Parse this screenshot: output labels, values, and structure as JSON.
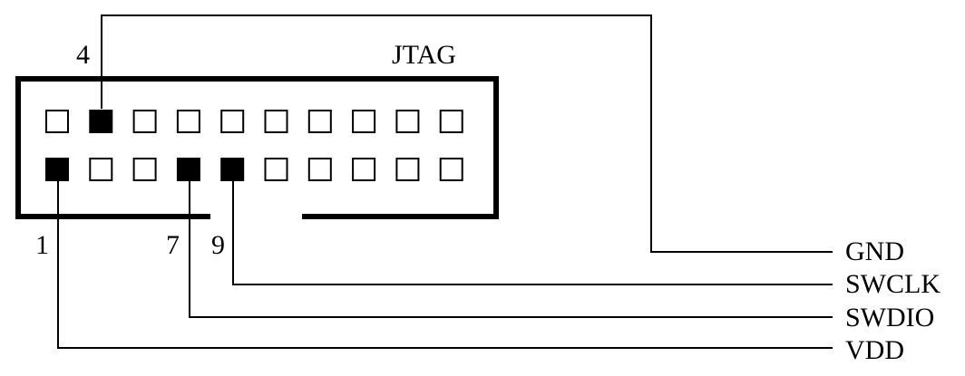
{
  "header": {
    "title": "JTAG"
  },
  "pins": {
    "pin4": "4",
    "pin1": "1",
    "pin7": "7",
    "pin9": "9"
  },
  "signals": {
    "gnd": "GND",
    "swclk": "SWCLK",
    "swdio": "SWDIO",
    "vdd": "VDD"
  },
  "connector": {
    "rows": 2,
    "columns": 10,
    "filled_top": [
      2
    ],
    "filled_bottom": [
      1,
      4,
      5
    ]
  },
  "colors": {
    "ink": "#000000",
    "background": "#ffffff"
  }
}
